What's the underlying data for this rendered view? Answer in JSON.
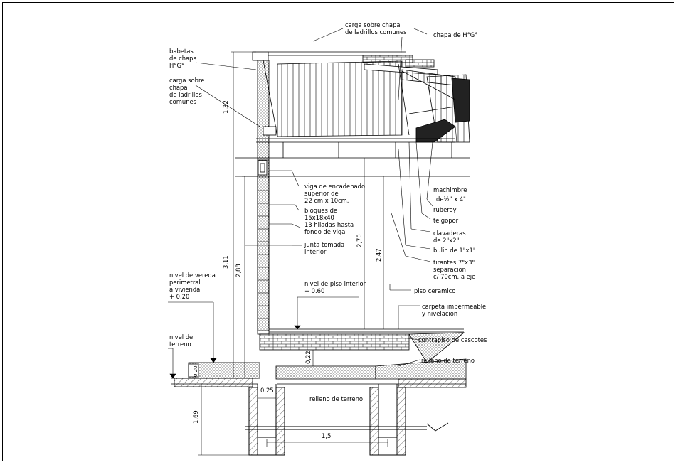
{
  "labels": {
    "carga_chapa_top": [
      "carga sobre chapa",
      "de ladrillos comunes"
    ],
    "chapa_hg": "chapa de H°G°",
    "babetas": [
      "babetas",
      " de chapa",
      "H°G°"
    ],
    "carga_chapa_left": [
      "carga sobre",
      "chapa",
      "de ladrillos",
      "comunes"
    ],
    "viga": [
      "viga de encadenado",
      "superior de",
      "22 cm x 10cm."
    ],
    "bloques": [
      "bloques de",
      "15x18x40",
      "13 hiladas hasta",
      "fondo de viga"
    ],
    "junta": [
      "junta tomada",
      "interior"
    ],
    "nivel_vereda": [
      "nivel de vereda",
      "perimetral",
      "a vivienda",
      "+ 0.20"
    ],
    "nivel_terreno": [
      "nivel del",
      "terreno"
    ],
    "nivel_piso": [
      "nivel de piso interior",
      "+ 0.60"
    ],
    "machimbre": [
      "machimbre",
      "de½\" x 4\""
    ],
    "ruberoy": "ruberoy",
    "telgopor": "telgopor",
    "clavaderas": [
      "clavaderas",
      "de 2\"x2\""
    ],
    "bulin": "bulin de 1\"x1\"",
    "tirantes": [
      "tirantes 7\"x3\"",
      "separacion",
      "c/ 70cm. a eje"
    ],
    "piso_ceramico": "piso ceramico",
    "carpeta": [
      "carpeta impermeable",
      "y nivelacion"
    ],
    "contrapiso": "contrapiso de cascotes",
    "relleno_terreno_right": "relleno de terreno",
    "relleno_terreno_center": "relleno de terreno"
  },
  "dimensions": {
    "d_132": "1,32",
    "d_311": "3,11",
    "d_288": "2,88",
    "d_270": "2,70",
    "d_247": "2,47",
    "d_022": "0,22",
    "d_025": "0,25",
    "d_169": "1,69",
    "d_15": "1,5",
    "d_020": "0,20"
  }
}
